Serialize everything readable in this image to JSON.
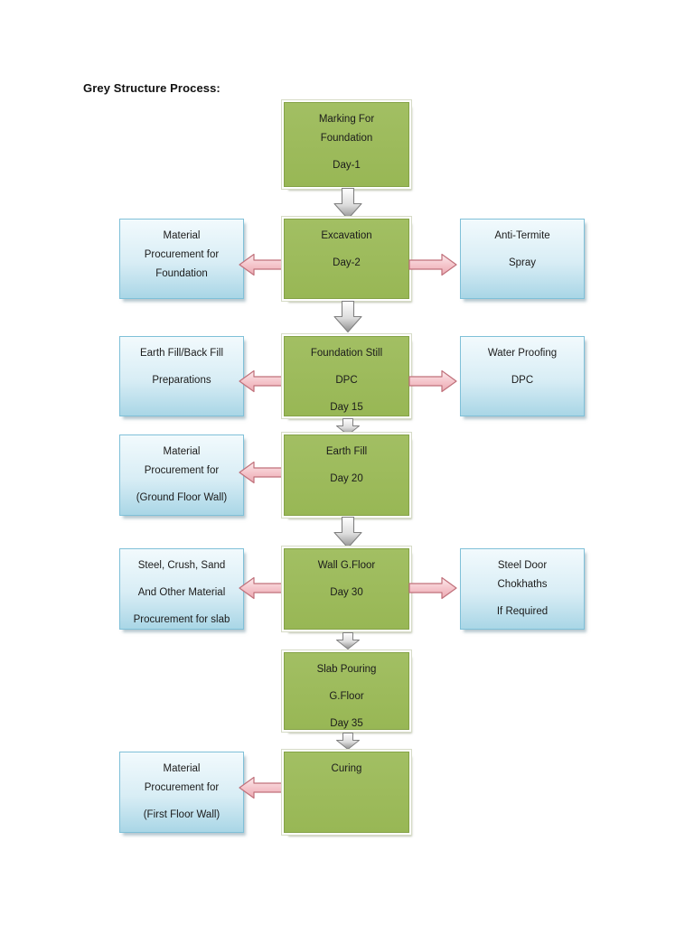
{
  "page": {
    "title": "Grey Structure Process:"
  },
  "colors": {
    "process_box_fill": "#9cbb59",
    "process_box_border": "#84a246",
    "side_box_fill_top": "#f2fafd",
    "side_box_fill_bottom": "#a9d6e6",
    "side_box_border": "#7fc0d8",
    "side_arrow_fill": "#f3c3ca",
    "side_arrow_border": "#c0707a",
    "flow_arrow_fill": "#d8d8d8",
    "flow_arrow_border": "#808080",
    "text": "#1b1b1b"
  },
  "icons": {
    "down_arrow": "block down arrow connector",
    "left_arrow": "block left arrow connector",
    "right_arrow": "block right arrow connector"
  },
  "flow": {
    "rows": [
      {
        "center": {
          "lines": [
            "Marking For",
            "Foundation",
            "Day-1"
          ]
        }
      },
      {
        "left": {
          "lines": [
            "Material",
            "Procurement for",
            "Foundation"
          ]
        },
        "center": {
          "lines": [
            "Excavation",
            "Day-2"
          ]
        },
        "right": {
          "lines": [
            "Anti-Termite",
            "Spray"
          ]
        }
      },
      {
        "left": {
          "lines": [
            "Earth Fill/Back Fill",
            "Preparations"
          ]
        },
        "center": {
          "lines": [
            "Foundation Still",
            "DPC",
            "Day 15"
          ]
        },
        "right": {
          "lines": [
            "Water Proofing",
            "DPC"
          ]
        }
      },
      {
        "left": {
          "lines": [
            "Material",
            "Procurement for",
            "(Ground Floor Wall)"
          ]
        },
        "center": {
          "lines": [
            "Earth Fill",
            "Day 20"
          ]
        }
      },
      {
        "left": {
          "lines": [
            "Steel, Crush, Sand",
            "And Other Material",
            "Procurement for slab"
          ]
        },
        "center": {
          "lines": [
            "Wall G.Floor",
            "Day 30"
          ]
        },
        "right": {
          "lines": [
            "Steel Door",
            "Chokhaths",
            "If Required"
          ]
        }
      },
      {
        "center": {
          "lines": [
            "Slab Pouring",
            "G.Floor",
            "Day 35"
          ]
        }
      },
      {
        "left": {
          "lines": [
            "Material",
            "Procurement for",
            "(First Floor Wall)"
          ]
        },
        "center": {
          "lines": [
            "Curing"
          ]
        }
      }
    ]
  }
}
